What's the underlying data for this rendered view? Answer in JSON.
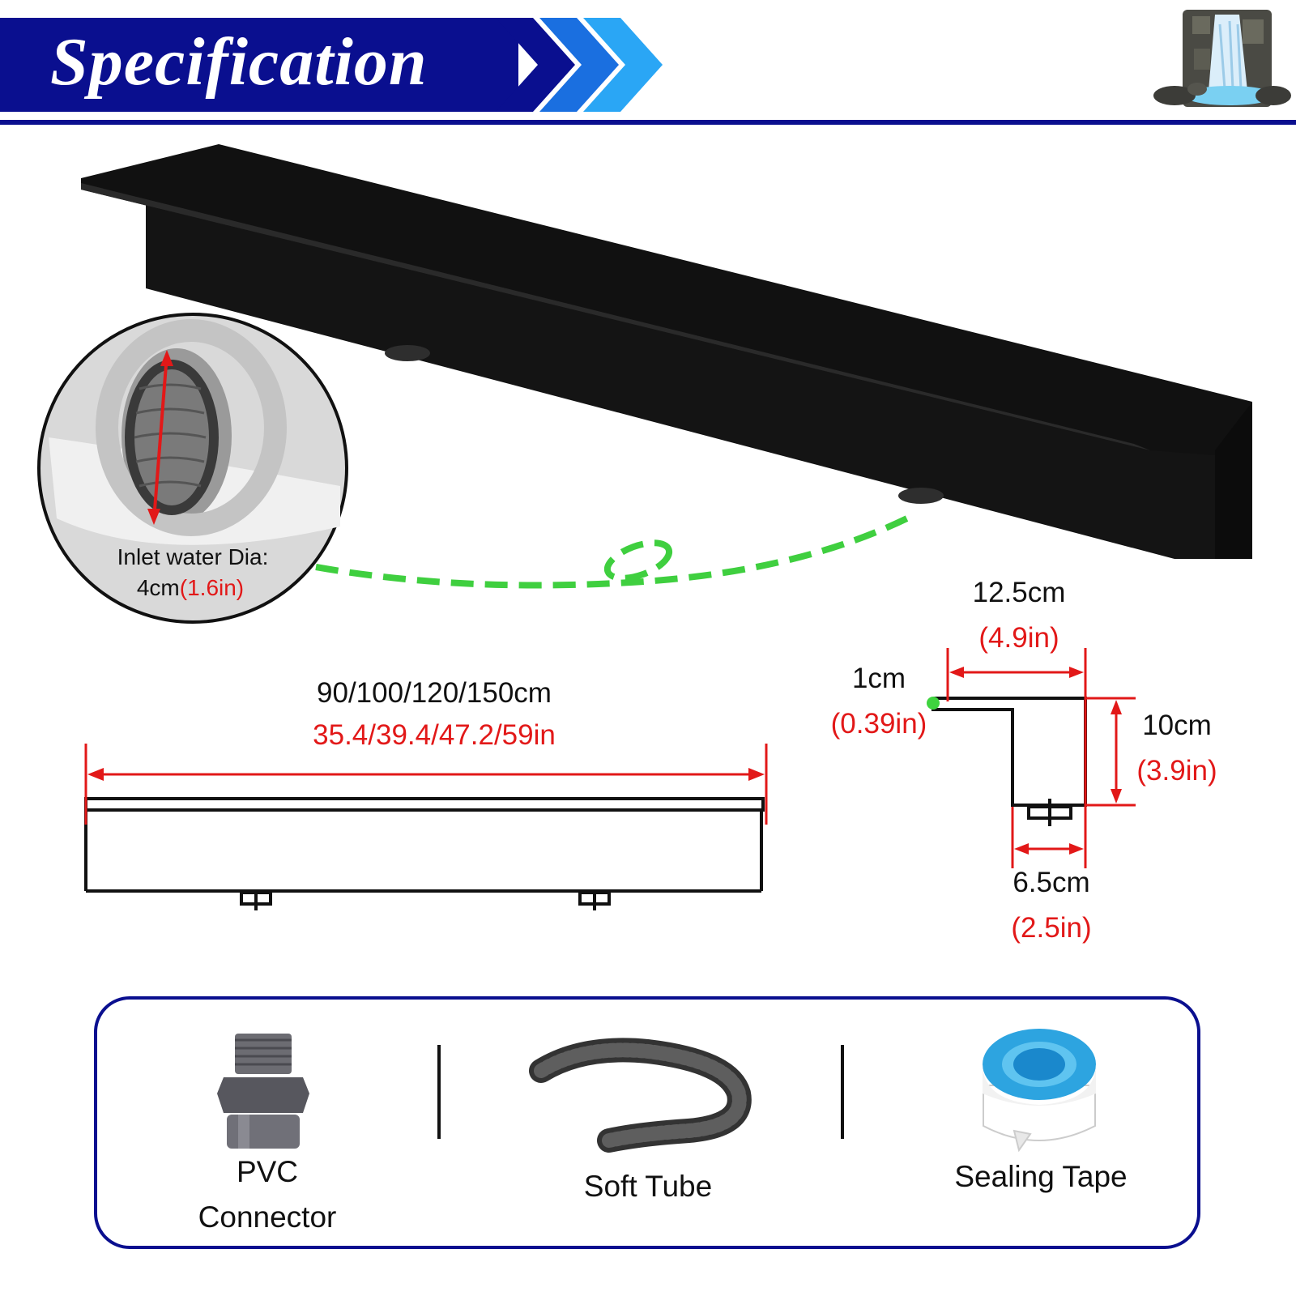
{
  "header": {
    "title": "Specification",
    "colors": {
      "banner": "#0a0f8f",
      "chevron_1": "#0a0f8f",
      "chevron_2": "#1a6fe0",
      "chevron_3": "#2aa6f5"
    }
  },
  "callout": {
    "inlet_line1": "Inlet water Dia:",
    "inlet_metric": "4cm",
    "inlet_imperial": "(1.6in)",
    "connector_color": "#3fcf3f"
  },
  "length": {
    "metric": "90/100/120/150cm",
    "imperial": "35.4/39.4/47.2/59in"
  },
  "profile": {
    "width_metric": "12.5cm",
    "width_imperial": "(4.9in)",
    "lip_metric": "1cm",
    "lip_imperial": "(0.39in)",
    "height_metric": "10cm",
    "height_imperial": "(3.9in)",
    "base_metric": "6.5cm",
    "base_imperial": "(2.5in)"
  },
  "accessories": {
    "pvc_line1": "PVC",
    "pvc_line2": "Connector",
    "tube": "Soft Tube",
    "tape": "Sealing Tape"
  },
  "colors": {
    "dimension": "#e21818",
    "text": "#111111",
    "product": "#141414"
  }
}
